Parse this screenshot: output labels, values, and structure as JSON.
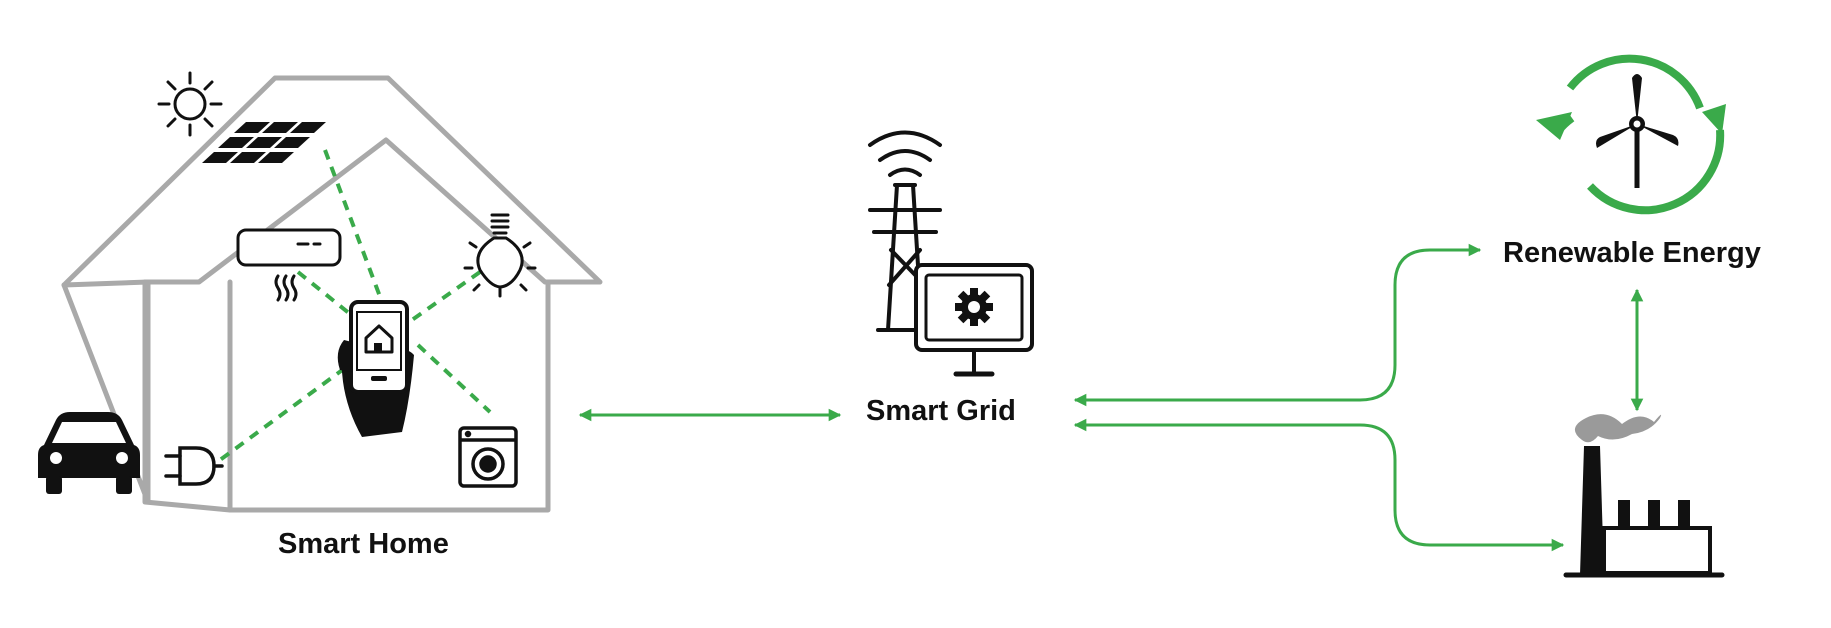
{
  "labels": {
    "smart_home": "Smart Home",
    "smart_grid": "Smart Grid",
    "renewable_energy": "Renewable Energy"
  },
  "colors": {
    "accent_green": "#3aaa4a",
    "ink": "#111111",
    "house_outline": "#a9a9a9",
    "smoke": "#9a9a9a"
  },
  "icons": [
    "sun-icon",
    "solar-panel-icon",
    "air-conditioner-icon",
    "light-bulb-icon",
    "smartphone-home-icon",
    "car-icon",
    "ev-plug-icon",
    "washing-machine-icon",
    "transmission-tower-icon",
    "monitor-gear-icon",
    "wind-turbine-icon",
    "factory-icon"
  ]
}
